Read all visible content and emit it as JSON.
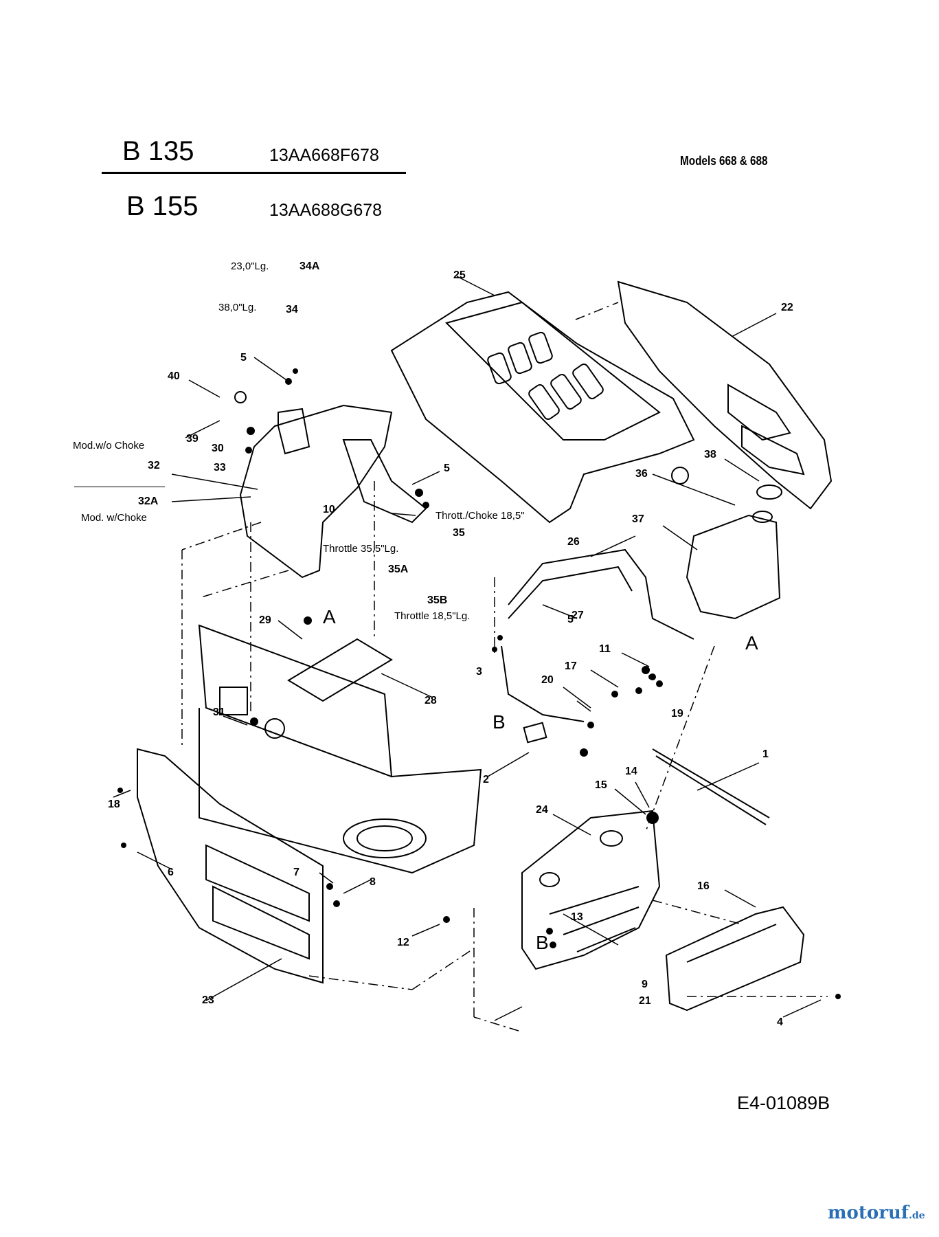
{
  "header": {
    "model1": "B 135",
    "code1": "13AA668F678",
    "model2": "B 155",
    "code2": "13AA688G678",
    "models_note": "Models 668 & 688"
  },
  "callouts": {
    "c1": "1",
    "c2": "2",
    "c3": "3",
    "c4": "4",
    "c5a": "5",
    "c5b": "5",
    "c5c": "5",
    "c6": "6",
    "c7": "7",
    "c8": "8",
    "c9": "9",
    "c10": "10",
    "c11": "11",
    "c12": "12",
    "c13": "13",
    "c14": "14",
    "c15": "15",
    "c16": "16",
    "c17": "17",
    "c18": "18",
    "c19": "19",
    "c20": "20",
    "c21": "21",
    "c22": "22",
    "c23": "23",
    "c24": "24",
    "c25": "25",
    "c26": "26",
    "c27": "27",
    "c28": "28",
    "c29": "29",
    "c30": "30",
    "c31": "31",
    "c32": "32",
    "c32a": "32A",
    "c33": "33",
    "c34": "34",
    "c34a": "34A",
    "c35": "35",
    "c35a": "35A",
    "c35b": "35B",
    "c36": "36",
    "c37": "37",
    "c38": "38",
    "c39": "39",
    "c40": "40"
  },
  "notes": {
    "len_34a": "23,0\"Lg.",
    "len_34": "38,0\"Lg.",
    "mod_wo_choke": "Mod.w/o Choke",
    "mod_w_choke": "Mod. w/Choke",
    "throttle_355": "Throttle 35,5\"Lg.",
    "throtchoke_185": "Thrott./Choke 18,5\"",
    "throttle_185": "Throttle 18,5\"Lg."
  },
  "ref_markers": {
    "a1": "A",
    "a2": "A",
    "b1": "B",
    "b2": "B"
  },
  "drawing_code": "E4-01089B",
  "watermark": {
    "brand": "motoruf",
    "tld": ".de"
  }
}
